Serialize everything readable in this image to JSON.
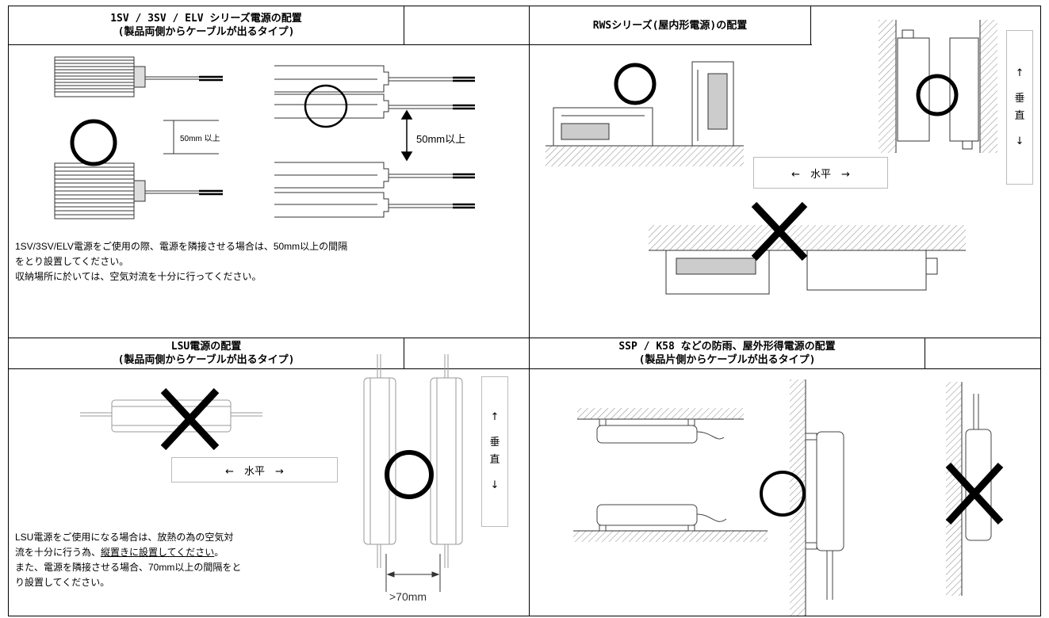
{
  "panels": {
    "sv": {
      "title_line1": "1SV / 3SV / ELV シリーズ電源の配置",
      "title_line2": "(製品両側からケーブルが出るタイプ)",
      "measure_left": "50mm 以上",
      "measure_right": "50mm以上",
      "desc_line1": "1SV/3SV/ELV電源をご使用の際、電源を隣接させる場合は、50mm以上の間隔",
      "desc_line2": "をとり設置してください。",
      "desc_line3": "収納場所に於いては、空気対流を十分に行ってください。"
    },
    "rws": {
      "title": "RWSシリーズ(屋内形電源)の配置",
      "horizontal_label": "←　水平　→",
      "vertical_up": "↑",
      "vertical_char1": "垂",
      "vertical_char2": "直",
      "vertical_down": "↓"
    },
    "lsu": {
      "title_line1": "LSU電源の配置",
      "title_line2": "(製品両側からケーブルが出るタイプ)",
      "horizontal_label": "←　水平　→",
      "vertical_up": "↑",
      "vertical_char1": "垂",
      "vertical_char2": "直",
      "vertical_down": "↓",
      "gap_label": ">70mm",
      "desc_line1": "LSU電源をご使用になる場合は、放熱の為の空気対",
      "desc_line2a": "流を十分に行う為、",
      "desc_line2b": "縦置きに設置してください",
      "desc_line2c": "。",
      "desc_line3": "また、電源を隣接させる場合、70mm以上の間隔をと",
      "desc_line4": "り設置してください。"
    },
    "ssp": {
      "title_line1": "SSP / K58 などの防雨、屋外形得電源の配置",
      "title_line2": "(製品片側からケーブルが出るタイプ)"
    }
  }
}
